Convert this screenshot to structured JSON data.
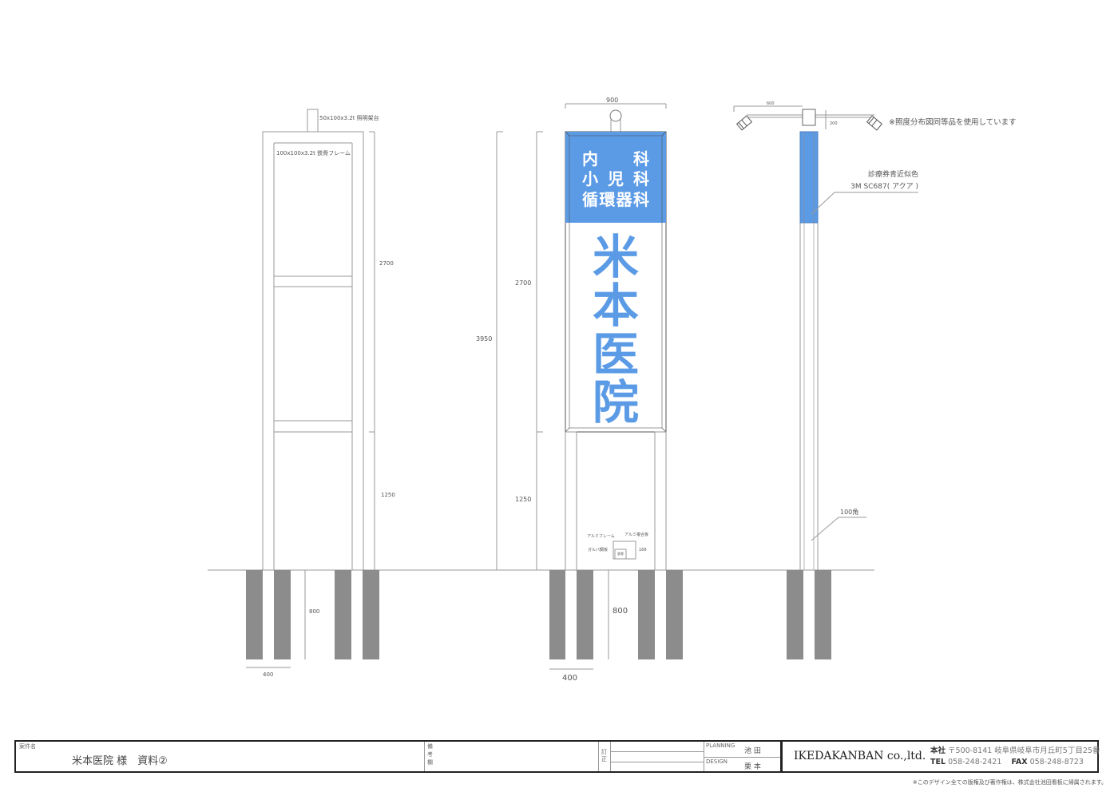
{
  "drawing": {
    "left_view": {
      "lamp_mount_label": "50x100x3.2t 照明架台",
      "frame_label": "100x100x3.2t 鉄骨フレーム",
      "dim_sign_height": "2700",
      "dim_post_height": "1250",
      "dim_foundation_depth": "800",
      "dim_foundation_width": "400"
    },
    "front_view": {
      "dim_width": "900",
      "dim_total_height": "3950",
      "dim_sign_height": "2700",
      "dim_post_height": "1250",
      "dim_foundation_depth": "800",
      "dim_foundation_width": "400",
      "sign_departments": [
        "内　　科",
        "小 児 科",
        "循環器科"
      ],
      "sign_name_chars": [
        "米",
        "本",
        "医",
        "院"
      ],
      "detail": {
        "frame": "アルミフレーム",
        "panel": "アルミ複合板",
        "base": "ガルバ鋼板",
        "dim": "168",
        "inner": "鉄骨"
      }
    },
    "side_view": {
      "dim_arm": "600",
      "dim_arm_height": "200",
      "lighting_note": "※照度分布図同等品を使用しています",
      "color_note_1": "診療券青近似色",
      "color_note_2": "3M SC687( アクア )",
      "post_note": "100角"
    },
    "colors": {
      "sign_blue": "#5b9be6",
      "foundation": "#8c8c8c"
    }
  },
  "title_block": {
    "project_label": "案件名",
    "project_name": "米本医院 様　資料②",
    "remarks_label": "備考欄",
    "revision_label": "訂正",
    "planning_label": "PLANNING",
    "planning_name": "池 田",
    "design_label": "DESIGN",
    "design_name": "栗 本",
    "company": "IKEDAKANBAN co.,ltd.",
    "address_label": "本社",
    "address": "〒500-8141 岐阜県岐阜市月丘町5丁目25番",
    "tel_label": "TEL",
    "tel": "058-248-2421",
    "fax_label": "FAX",
    "fax": "058-248-8723",
    "copyright": "※このデザイン全ての版権及び著作権は、株式会社池田看板に帰属されます。"
  }
}
